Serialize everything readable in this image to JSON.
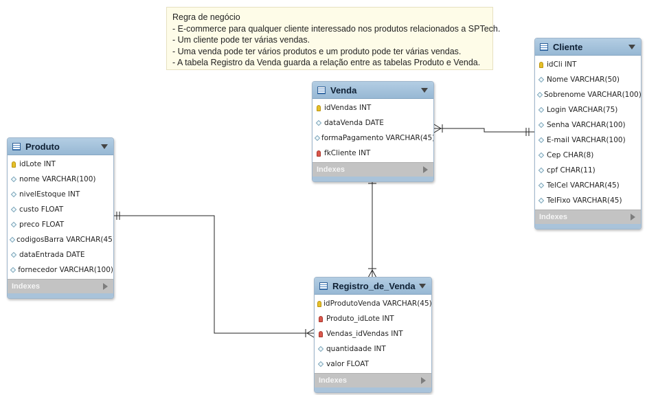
{
  "note": {
    "lines": [
      "Regra de negócio",
      "- E-commerce para qualquer cliente interessado nos produtos relacionados a SPTech.",
      "- Um cliente pode ter várias vendas.",
      "- Uma venda pode ter vários produtos e um produto pode ter várias vendas.",
      "- A tabela Registro da Venda guarda a relação entre as tabelas Produto e Venda."
    ]
  },
  "tables": {
    "produto": {
      "title": "Produto",
      "indexes_label": "Indexes",
      "columns": [
        {
          "text": "idLote INT",
          "key": "pk"
        },
        {
          "text": "nome VARCHAR(100)",
          "key": "none"
        },
        {
          "text": "nivelEstoque INT",
          "key": "none"
        },
        {
          "text": "custo FLOAT",
          "key": "none"
        },
        {
          "text": "preco FLOAT",
          "key": "none"
        },
        {
          "text": "codigosBarra VARCHAR(45)",
          "key": "none"
        },
        {
          "text": "dataEntrada DATE",
          "key": "none"
        },
        {
          "text": "fornecedor VARCHAR(100)",
          "key": "none"
        }
      ]
    },
    "venda": {
      "title": "Venda",
      "indexes_label": "Indexes",
      "columns": [
        {
          "text": "idVendas INT",
          "key": "pk"
        },
        {
          "text": "dataVenda DATE",
          "key": "none"
        },
        {
          "text": "formaPagamento VARCHAR(45)",
          "key": "none"
        },
        {
          "text": "fkCliente INT",
          "key": "fk"
        }
      ]
    },
    "cliente": {
      "title": "Cliente",
      "indexes_label": "Indexes",
      "columns": [
        {
          "text": "idCli INT",
          "key": "pk"
        },
        {
          "text": "Nome VARCHAR(50)",
          "key": "none"
        },
        {
          "text": "Sobrenome VARCHAR(100)",
          "key": "none"
        },
        {
          "text": "Login VARCHAR(75)",
          "key": "none"
        },
        {
          "text": "Senha VARCHAR(100)",
          "key": "none"
        },
        {
          "text": "E-mail VARCHAR(100)",
          "key": "none"
        },
        {
          "text": "Cep CHAR(8)",
          "key": "none"
        },
        {
          "text": "cpf CHAR(11)",
          "key": "none"
        },
        {
          "text": "TelCel VARCHAR(45)",
          "key": "none"
        },
        {
          "text": "TelFixo VARCHAR(45)",
          "key": "none"
        }
      ]
    },
    "registro": {
      "title": "Registro_de_Venda",
      "indexes_label": "Indexes",
      "columns": [
        {
          "text": "idProdutoVenda VARCHAR(45)",
          "key": "pk"
        },
        {
          "text": "Produto_idLote INT",
          "key": "fk"
        },
        {
          "text": "Vendas_idVendas INT",
          "key": "fk"
        },
        {
          "text": "quantidaade INT",
          "key": "none"
        },
        {
          "text": "valor FLOAT",
          "key": "none"
        }
      ]
    }
  },
  "relationships": [
    {
      "from": "cliente",
      "to": "venda",
      "cardinality": "one-to-many"
    },
    {
      "from": "venda",
      "to": "registro",
      "cardinality": "one-to-many"
    },
    {
      "from": "produto",
      "to": "registro",
      "cardinality": "one-to-many"
    }
  ],
  "colors": {
    "header": "#a7c4dc",
    "footer": "#c3c3c3",
    "note_bg": "#fefce8",
    "pk_key": "#e6c02a",
    "fk_key": "#d9594d",
    "line": "#222222"
  }
}
